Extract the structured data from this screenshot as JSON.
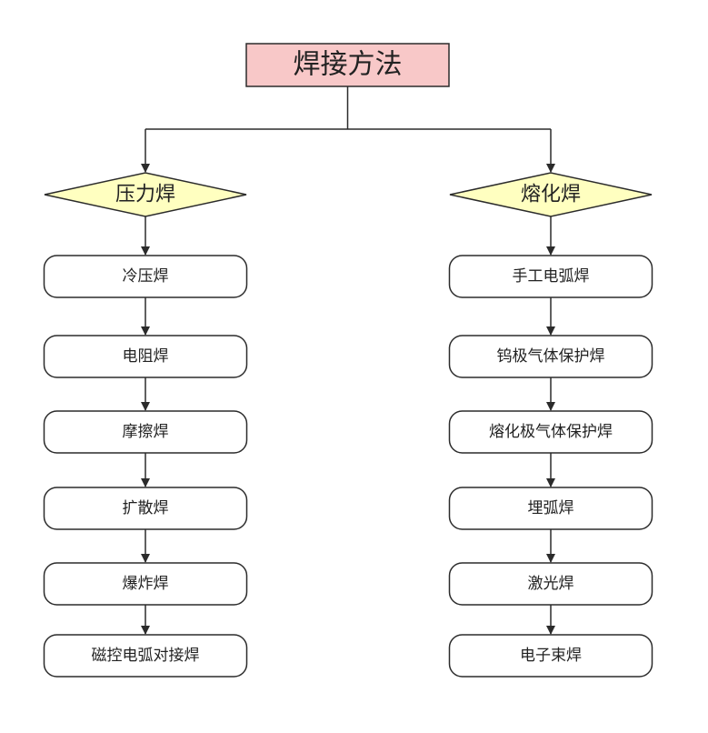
{
  "colors": {
    "line": "#2b2b2b",
    "root_fill": "#f8c8c8",
    "root_stroke": "#2b2b2b",
    "category_fill": "#ffffc0",
    "item_fill": "#ffffff",
    "text": "#222222"
  },
  "root": {
    "label": "焊接方法"
  },
  "branches": [
    {
      "label": "压力焊",
      "items": [
        "冷压焊",
        "电阻焊",
        "摩擦焊",
        "扩散焊",
        "爆炸焊",
        "磁控电弧对接焊"
      ]
    },
    {
      "label": "熔化焊",
      "items": [
        "手工电弧焊",
        "钨极气体保护焊",
        "熔化极气体保护焊",
        "埋弧焊",
        "激光焊",
        "电子束焊"
      ]
    }
  ]
}
